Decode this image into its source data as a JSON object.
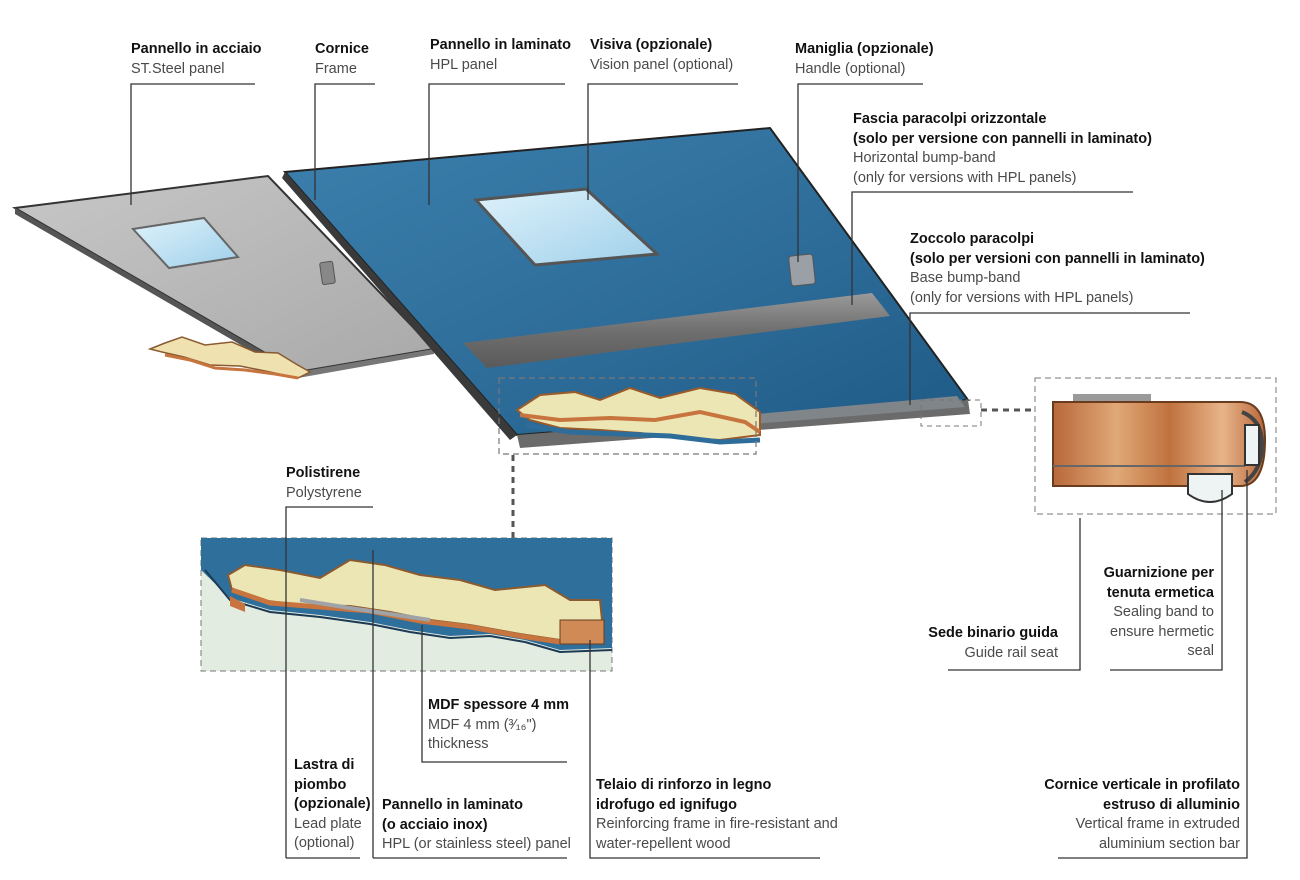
{
  "colors": {
    "hpl_blue": "#2f6f9c",
    "steel_grey": "#b9b9b9",
    "wood": "#c8743e",
    "polystyrene": "#ece6b4",
    "lead": "#9fa3a8",
    "callout_bg": "#e3ece1"
  },
  "labels": {
    "steel_panel": {
      "it": "Pannello in acciaio",
      "en": "ST.Steel panel"
    },
    "frame": {
      "it": "Cornice",
      "en": "Frame"
    },
    "hpl_panel": {
      "it": "Pannello in laminato",
      "en": "HPL panel"
    },
    "vision": {
      "it": "Visiva (opzionale)",
      "en": "Vision panel (optional)"
    },
    "handle": {
      "it": "Maniglia (opzionale)",
      "en": "Handle (optional)"
    },
    "bump_band": {
      "it1": "Fascia paracolpi orizzontale",
      "it2": "(solo per versione con pannelli in laminato)",
      "en1": "Horizontal bump-band",
      "en2": "(only for versions with HPL panels)"
    },
    "base_band": {
      "it1": "Zoccolo paracolpi",
      "it2": "(solo per versioni con pannelli in laminato)",
      "en1": "Base bump-band",
      "en2": "(only for versions with HPL panels)"
    },
    "polystyrene": {
      "it": "Polistirene",
      "en": "Polystyrene"
    },
    "mdf": {
      "it": "MDF spessore 4 mm",
      "en1": "MDF 4 mm (³⁄₁₆\")",
      "en2": "thickness"
    },
    "lead": {
      "it1": "Lastra di",
      "it2": "piombo",
      "it3": "(opzionale)",
      "en1": "Lead plate",
      "en2": "(optional)"
    },
    "hpl_inox": {
      "it1": "Pannello in laminato",
      "it2": "(o acciaio inox)",
      "en": "HPL (or stainless steel) panel"
    },
    "wood_frame": {
      "it1": "Telaio di rinforzo in legno",
      "it2": "idrofugo ed ignifugo",
      "en1": "Reinforcing frame in fire-resistant and",
      "en2": "water-repellent wood"
    },
    "guide_rail": {
      "it": "Sede binario guida",
      "en": "Guide rail seat"
    },
    "sealing": {
      "it1": "Guarnizione per",
      "it2": "tenuta ermetica",
      "en1": "Sealing band to",
      "en2": "ensure hermetic",
      "en3": "seal"
    },
    "vertical_frame": {
      "it1": "Cornice verticale in profilato",
      "it2": "estruso di alluminio",
      "en1": "Vertical frame in extruded",
      "en2": "aluminium section bar"
    }
  }
}
